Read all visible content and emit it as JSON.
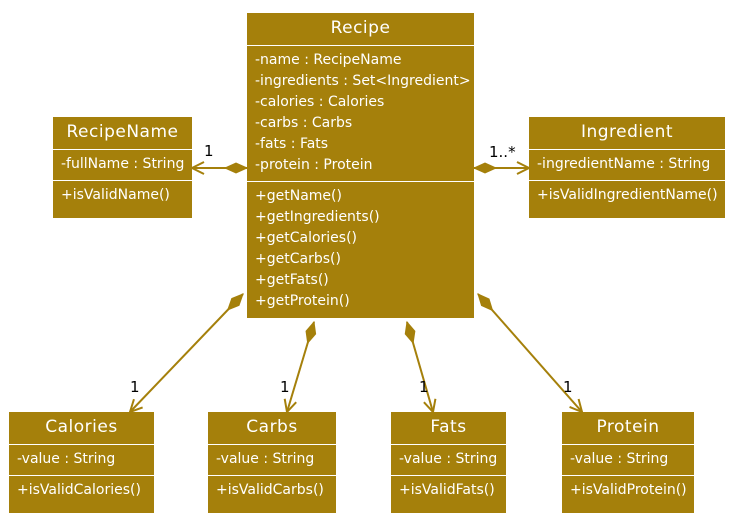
{
  "colors": {
    "class_fill": "#a5800b",
    "line": "#a5800b",
    "text": "#ffffff"
  },
  "classes": {
    "recipe": {
      "name": "Recipe",
      "attributes": [
        "-name : RecipeName",
        "-ingredients : Set<Ingredient>",
        "-calories : Calories",
        "-carbs : Carbs",
        "-fats : Fats",
        "-protein : Protein"
      ],
      "methods": [
        "+getName()",
        "+getIngredients()",
        "+getCalories()",
        "+getCarbs()",
        "+getFats()",
        "+getProtein()"
      ]
    },
    "recipename": {
      "name": "RecipeName",
      "attributes": [
        "-fullName : String"
      ],
      "methods": [
        "+isValidName()"
      ]
    },
    "ingredient": {
      "name": "Ingredient",
      "attributes": [
        "-ingredientName : String"
      ],
      "methods": [
        "+isValidIngredientName()"
      ]
    },
    "calories": {
      "name": "Calories",
      "attributes": [
        "-value : String"
      ],
      "methods": [
        "+isValidCalories()"
      ]
    },
    "carbs": {
      "name": "Carbs",
      "attributes": [
        "-value : String"
      ],
      "methods": [
        "+isValidCarbs()"
      ]
    },
    "fats": {
      "name": "Fats",
      "attributes": [
        "-value : String"
      ],
      "methods": [
        "+isValidFats()"
      ]
    },
    "protein": {
      "name": "Protein",
      "attributes": [
        "-value : String"
      ],
      "methods": [
        "+isValidProtein()"
      ]
    }
  },
  "relations": [
    {
      "from": "recipe",
      "to": "recipename",
      "type": "composition",
      "multiplicity": "1"
    },
    {
      "from": "recipe",
      "to": "ingredient",
      "type": "composition",
      "multiplicity": "1..*"
    },
    {
      "from": "recipe",
      "to": "calories",
      "type": "composition",
      "multiplicity": "1"
    },
    {
      "from": "recipe",
      "to": "carbs",
      "type": "composition",
      "multiplicity": "1"
    },
    {
      "from": "recipe",
      "to": "fats",
      "type": "composition",
      "multiplicity": "1"
    },
    {
      "from": "recipe",
      "to": "protein",
      "type": "composition",
      "multiplicity": "1"
    }
  ]
}
